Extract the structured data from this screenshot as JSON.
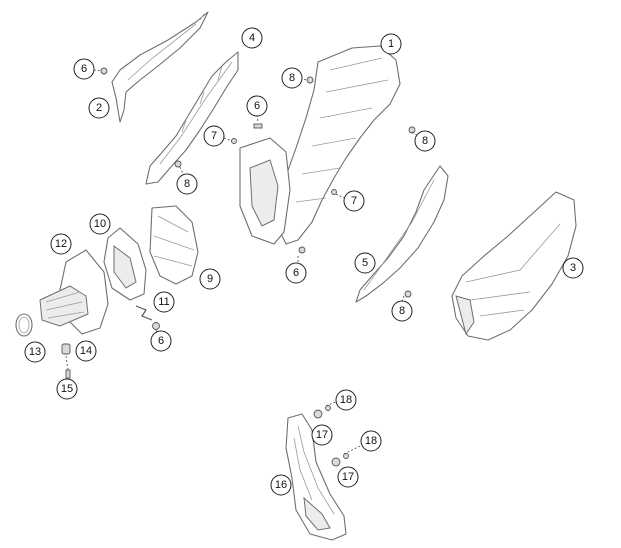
{
  "diagram": {
    "callouts": [
      {
        "id": "c1",
        "label": "1"
      },
      {
        "id": "c2",
        "label": "2"
      },
      {
        "id": "c3",
        "label": "3"
      },
      {
        "id": "c4",
        "label": "4"
      },
      {
        "id": "c5",
        "label": "5"
      },
      {
        "id": "c6a",
        "label": "6"
      },
      {
        "id": "c6b",
        "label": "6"
      },
      {
        "id": "c6c",
        "label": "6"
      },
      {
        "id": "c6d",
        "label": "6"
      },
      {
        "id": "c7a",
        "label": "7"
      },
      {
        "id": "c7b",
        "label": "7"
      },
      {
        "id": "c8a",
        "label": "8"
      },
      {
        "id": "c8b",
        "label": "8"
      },
      {
        "id": "c8c",
        "label": "8"
      },
      {
        "id": "c8d",
        "label": "8"
      },
      {
        "id": "c9",
        "label": "9"
      },
      {
        "id": "c10",
        "label": "10"
      },
      {
        "id": "c11",
        "label": "11"
      },
      {
        "id": "c12",
        "label": "12"
      },
      {
        "id": "c13",
        "label": "13"
      },
      {
        "id": "c14",
        "label": "14"
      },
      {
        "id": "c15",
        "label": "15"
      },
      {
        "id": "c16",
        "label": "16"
      },
      {
        "id": "c17a",
        "label": "17"
      },
      {
        "id": "c17b",
        "label": "17"
      },
      {
        "id": "c18a",
        "label": "18"
      },
      {
        "id": "c18b",
        "label": "18"
      }
    ]
  }
}
